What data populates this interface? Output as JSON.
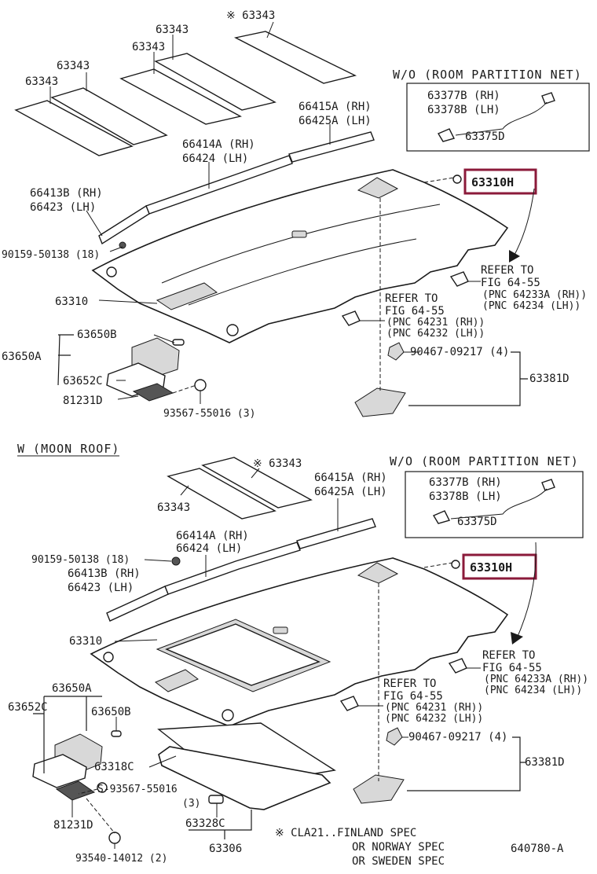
{
  "accent_color": "#8b1a3a",
  "top": {
    "labels": {
      "p63343_star": "※ 63343",
      "p63343_a": "63343",
      "p63343_b": "63343",
      "p63343_c": "63343",
      "p66415a": "66415A (RH)",
      "p66425a": "66425A (LH)",
      "p66414a": "66414A (RH)",
      "p66424": "66424  (LH)",
      "p66413b": "66413B (RH)",
      "p66423": "66423  (LH)",
      "p90159": "90159-50138 (18)",
      "p63310": "63310",
      "p63650b": "63650B",
      "p63650a": "63650A",
      "p63652c": "63652C",
      "p81231d": "81231D",
      "p93567": "93567-55016 (3)",
      "p90467": "90467-09217 (4)",
      "p63381d": "63381D",
      "p63310h": "63310H"
    },
    "wo_title": "W/O (ROOM PARTITION NET)",
    "wo_box": {
      "l1": "63377B (RH)",
      "l2": "63378B (LH)",
      "l3": "63375D"
    },
    "refer_a": {
      "l1": "REFER TO",
      "l2": "FIG 64-55",
      "l3": "(PNC 64233A (RH))",
      "l4": "(PNC 64234  (LH))"
    },
    "refer_b": {
      "l1": "REFER TO",
      "l2": "FIG 64-55",
      "l3": "(PNC 64231 (RH))",
      "l4": "(PNC 64232 (LH))"
    }
  },
  "bottom": {
    "section_title": "W (MOON ROOF)",
    "labels": {
      "p63343_star": "※ 63343",
      "p63343": "63343",
      "p66415a": "66415A (RH)",
      "p66425a": "66425A (LH)",
      "p66414a": "66414A (RH)",
      "p66424": "66424  (LH)",
      "p90159": "90159-50138 (18)",
      "p66413b": "66413B (RH)",
      "p66423": "66423  (LH)",
      "p63310": "63310",
      "p63650a": "63650A",
      "p63652c": "63652C",
      "p63650b": "63650B",
      "p63318c": "63318C",
      "p93567": "S-93567-55016",
      "p93567_qty": "(3)",
      "p63328c": "63328C",
      "p81231d": "81231D",
      "p63306": "63306",
      "p93540": "93540-14012 (2)",
      "p90467": "90467-09217 (4)",
      "p63381d": "63381D",
      "p63310h": "63310H"
    },
    "wo_title": "W/O (ROOM PARTITION NET)",
    "wo_box": {
      "l1": "63377B (RH)",
      "l2": "63378B (LH)",
      "l3": "63375D"
    },
    "refer_a": {
      "l1": "REFER TO",
      "l2": "FIG 64-55",
      "l3": "(PNC 64233A (RH))",
      "l4": "(PNC 64234  (LH))"
    },
    "refer_b": {
      "l1": "REFER TO",
      "l2": "FIG 64-55",
      "l3": "(PNC 64231 (RH))",
      "l4": "(PNC 64232 (LH))"
    }
  },
  "footnote": {
    "l1": "※ CLA21..FINLAND SPEC",
    "l2": "OR NORWAY SPEC",
    "l3": "OR SWEDEN SPEC"
  },
  "figure_code": "640780-A"
}
